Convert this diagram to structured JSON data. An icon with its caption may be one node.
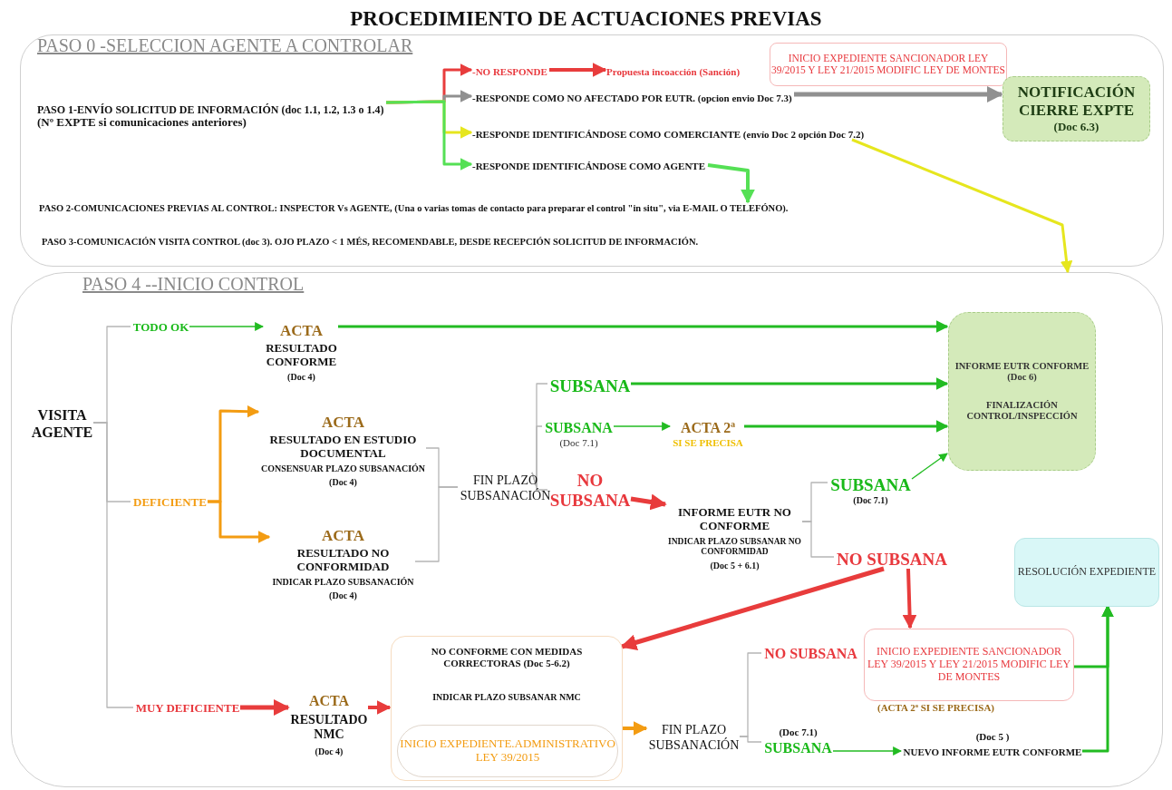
{
  "diagram": {
    "title": "PROCEDIMIENTO DE ACTUACIONES PREVIAS",
    "nodes": [
      {
        "text": [
          "PASO 0 -SELECCION AGENTE A CONTROLAR"
        ]
      },
      {
        "text": [
          "PASO 1-ENVÍO SOLICITUD DE INFORMACIÓN (doc 1.1, 1.2, 1.3 o 1.4)",
          "(Nº EXPTE si comunicaciones anteriores)"
        ],
        "in": 0
      },
      {
        "text": [
          "-NO RESPONDE"
        ],
        "in": 0
      },
      {
        "text": [
          "Propuesta incoacción (Sanción)"
        ],
        "in": 0
      },
      {
        "text": [
          "INICIO EXPEDIENTE SANCIONADOR LEY 39/2015 Y LEY 21/2015 MODIFIC LEY DE MONTES"
        ],
        "in": 0
      },
      {
        "text": [
          "-RESPONDE COMO NO AFECTADO POR EUTR. (opcion envio Doc 7.3)"
        ],
        "in": 0
      },
      {
        "text": [
          "NOTIFICACIÓN CIERRE EXPTE",
          "(Doc 6.3)"
        ],
        "in": 0
      },
      {
        "text": [
          "-RESPONDE IDENTIFICÁNDOSE COMO COMERCIANTE (envío Doc 2 opción Doc 7.2)"
        ],
        "in": 0
      },
      {
        "text": [
          "-RESPONDE IDENTIFICÁNDOSE COMO AGENTE"
        ],
        "in": 0
      },
      {
        "text": [
          "PASO 2-COMUNICACIONES PREVIAS AL CONTROL: INSPECTOR Vs AGENTE, (Una o varias tomas de contacto para preparar el control \"in situ\", via E-MAIL O TELEFÓNO)."
        ],
        "in": 0
      },
      {
        "text": [
          "PASO 3-COMUNICACIÓN VISITA CONTROL (doc 3). OJO PLAZO < 1 MÉS, RECOMENDABLE, DESDE RECEPCIÓN SOLICITUD DE INFORMACIÓN."
        ],
        "in": 0
      },
      {
        "text": [
          "PASO 4 --INICIO CONTROL"
        ]
      },
      {
        "text": [
          "VISITA AGENTE"
        ],
        "in": 11
      },
      {
        "text": [
          "TODO OK"
        ],
        "in": 11
      },
      {
        "text": [
          "ACTA",
          "RESULTADO CONFORME",
          "(Doc 4)"
        ],
        "in": 11
      },
      {
        "text": [
          "INFORME EUTR CONFORME (Doc 6)",
          "FINALIZACIÓN CONTROL/INSPECCIÓN"
        ],
        "in": 11
      },
      {
        "text": [
          "DEFICIENTE"
        ],
        "in": 11
      },
      {
        "text": [
          "ACTA",
          "RESULTADO EN ESTUDIO DOCUMENTAL",
          "CONSENSUAR PLAZO SUBSANACIÓN",
          "(Doc 4)"
        ],
        "in": 11
      },
      {
        "text": [
          "ACTA",
          "RESULTADO NO CONFORMIDAD",
          "INDICAR PLAZO SUBSANACIÓN",
          "(Doc 4)"
        ],
        "in": 11
      },
      {
        "text": [
          "FIN PLAZO SUBSANACIÓN"
        ],
        "in": 11
      },
      {
        "text": [
          "SUBSANA"
        ],
        "in": 11
      },
      {
        "text": [
          "SUBSANA",
          "(Doc 7.1)"
        ],
        "in": 11
      },
      {
        "text": [
          "ACTA 2ª",
          "SI SE PRECISA"
        ],
        "in": 11
      },
      {
        "text": [
          "NO SUBSANA"
        ],
        "in": 11
      },
      {
        "text": [
          "INFORME EUTR NO CONFORME",
          "INDICAR PLAZO SUBSANAR NO CONFORMIDAD",
          "(Doc 5 + 6.1)"
        ],
        "in": 11
      },
      {
        "text": [
          "SUBSANA",
          "(Doc 7.1)"
        ],
        "in": 11
      },
      {
        "text": [
          "NO SUBSANA"
        ],
        "in": 11
      },
      {
        "text": [
          "RESOLUCIÓN EXPEDIENTE"
        ],
        "in": 11
      },
      {
        "text": [
          "MUY DEFICIENTE"
        ],
        "in": 11
      },
      {
        "text": [
          "ACTA",
          "RESULTADO NMC",
          "(Doc 4)"
        ],
        "in": 11
      },
      {
        "text": [
          "NO CONFORME CON MEDIDAS CORRECTORAS (Doc 5-6.2)",
          "INDICAR PLAZO SUBSANAR NMC"
        ],
        "in": 11
      },
      {
        "text": [
          "INICIO EXPEDIENTE.ADMINISTRATIVO LEY 39/2015"
        ],
        "in": 30
      },
      {
        "text": [
          "FIN PLAZO SUBSANACIÓN"
        ],
        "in": 11
      },
      {
        "text": [
          "NO SUBSANA"
        ],
        "in": 11
      },
      {
        "text": [
          "INICIO EXPEDIENTE SANCIONADOR LEY 39/2015 Y LEY 21/2015 MODIFIC LEY DE MONTES"
        ],
        "beside": [
          "(ACTA 2ª SI SE PRECISA)"
        ],
        "in": 11
      },
      {
        "text": [
          "(Doc 7.1)",
          "SUBSANA"
        ],
        "in": 11
      },
      {
        "text": [
          "(Doc 5 )",
          "NUEVO INFORME EUTR CONFORME"
        ],
        "in": 11
      }
    ],
    "edges": [
      {
        "from": 1,
        "to": 2,
        "arrow": "to",
        "color": "#e83c3c"
      },
      {
        "from": 1,
        "to": 5,
        "arrow": "to",
        "color": "#909090"
      },
      {
        "from": 1,
        "to": 7,
        "arrow": "to",
        "color": "#e6e61e"
      },
      {
        "from": 1,
        "to": 8,
        "arrow": "to",
        "color": "#55e055"
      },
      {
        "from": 2,
        "to": 3,
        "arrow": "to",
        "color": "#e83c3c"
      },
      {
        "from": 5,
        "to": 6,
        "arrow": "to",
        "color": "#909090"
      },
      {
        "from": 7,
        "to": 11,
        "arrow": "to",
        "color": "#e6e61e"
      },
      {
        "from": 8,
        "to": 9,
        "arrow": "to",
        "color": "#55e055"
      },
      {
        "from": 12,
        "to": 13,
        "arrow": "none"
      },
      {
        "from": 12,
        "to": 16,
        "arrow": "none"
      },
      {
        "from": 12,
        "to": 28,
        "arrow": "none"
      },
      {
        "from": 13,
        "to": 14,
        "arrow": "to",
        "color": "#22bb22"
      },
      {
        "from": 14,
        "to": 15,
        "arrow": "to",
        "color": "#22bb22"
      },
      {
        "from": 16,
        "to": 17,
        "arrow": "to",
        "color": "#f39c12"
      },
      {
        "from": 16,
        "to": 18,
        "arrow": "to",
        "color": "#f39c12"
      },
      {
        "from": 17,
        "to": 19,
        "arrow": "none"
      },
      {
        "from": 18,
        "to": 19,
        "arrow": "none"
      },
      {
        "from": 19,
        "to": 20,
        "arrow": "none"
      },
      {
        "from": 19,
        "to": 21,
        "arrow": "none"
      },
      {
        "from": 19,
        "to": 23,
        "arrow": "none"
      },
      {
        "from": 20,
        "to": 15,
        "arrow": "to",
        "color": "#22bb22"
      },
      {
        "from": 21,
        "to": 22,
        "arrow": "to",
        "color": "#22bb22"
      },
      {
        "from": 22,
        "to": 15,
        "arrow": "to",
        "color": "#22bb22"
      },
      {
        "from": 23,
        "to": 24,
        "arrow": "to",
        "color": "#e83c3c"
      },
      {
        "from": 24,
        "to": 25,
        "arrow": "none"
      },
      {
        "from": 24,
        "to": 26,
        "arrow": "none"
      },
      {
        "from": 25,
        "to": 15,
        "arrow": "to",
        "color": "#22bb22"
      },
      {
        "from": 26,
        "to": 30,
        "arrow": "to",
        "color": "#e83c3c"
      },
      {
        "from": 26,
        "to": 34,
        "arrow": "to",
        "color": "#e83c3c"
      },
      {
        "from": 28,
        "to": 29,
        "arrow": "to",
        "color": "#e83c3c"
      },
      {
        "from": 29,
        "to": 30,
        "arrow": "to",
        "color": "#e83c3c"
      },
      {
        "from": 30,
        "to": 32,
        "arrow": "to",
        "color": "#f39c12"
      },
      {
        "from": 32,
        "to": 33,
        "arrow": "none"
      },
      {
        "from": 32,
        "to": 35,
        "arrow": "none"
      },
      {
        "from": 35,
        "to": 36,
        "arrow": "to",
        "color": "#22bb22"
      },
      {
        "from": 34,
        "to": 27,
        "arrow": "to",
        "color": "#22bb22"
      },
      {
        "from": 36,
        "to": 27,
        "arrow": "to",
        "color": "#22bb22"
      }
    ]
  }
}
